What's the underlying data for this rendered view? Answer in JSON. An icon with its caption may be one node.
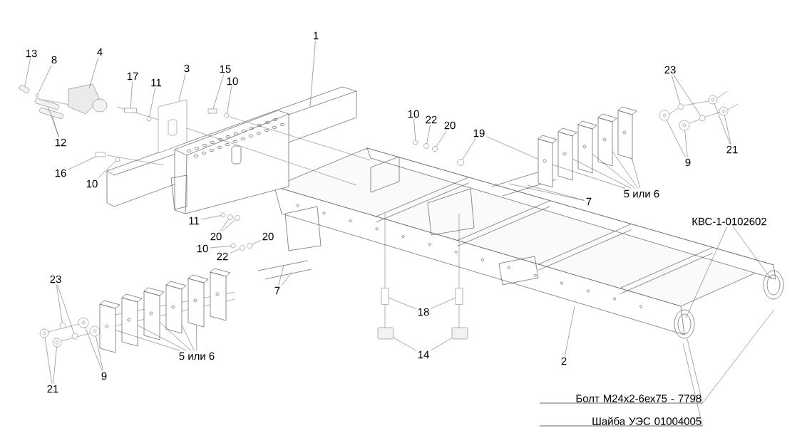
{
  "diagram": {
    "nodes": [
      {
        "text": [
          "1"
        ]
      },
      {
        "text": [
          "13"
        ]
      },
      {
        "text": [
          "8"
        ]
      },
      {
        "text": [
          "4"
        ]
      },
      {
        "text": [
          "17"
        ]
      },
      {
        "text": [
          "11"
        ]
      },
      {
        "text": [
          "3"
        ]
      },
      {
        "text": [
          "15"
        ]
      },
      {
        "text": [
          "10"
        ]
      },
      {
        "text": [
          "12"
        ]
      },
      {
        "text": [
          "16"
        ]
      },
      {
        "text": [
          "10"
        ]
      },
      {
        "text": [
          "11"
        ]
      },
      {
        "text": [
          "20"
        ]
      },
      {
        "text": [
          "20"
        ]
      },
      {
        "text": [
          "10"
        ]
      },
      {
        "text": [
          "22"
        ]
      },
      {
        "text": [
          "7"
        ]
      },
      {
        "text": [
          "23"
        ]
      },
      {
        "text": [
          "9"
        ]
      },
      {
        "text": [
          "21"
        ]
      },
      {
        "text": [
          "5 или 6"
        ]
      },
      {
        "text": [
          "10"
        ]
      },
      {
        "text": [
          "22"
        ]
      },
      {
        "text": [
          "20"
        ]
      },
      {
        "text": [
          "19"
        ]
      },
      {
        "text": [
          "7"
        ]
      },
      {
        "text": [
          "23"
        ]
      },
      {
        "text": [
          "9"
        ]
      },
      {
        "text": [
          "21"
        ]
      },
      {
        "text": [
          "5 или 6"
        ]
      },
      {
        "text": [
          "18"
        ]
      },
      {
        "text": [
          "14"
        ]
      },
      {
        "text": [
          "2"
        ]
      },
      {
        "text": [
          "КВС-1-0102602"
        ]
      },
      {
        "text": [
          "Болт М24х2-6ех75 - 7798"
        ]
      },
      {
        "text": [
          "Шайба УЭС 01004005"
        ]
      },
      {
        "text": [],
        "shape": "cylinder"
      },
      {
        "text": [],
        "shape": "circle"
      },
      {
        "text": [],
        "shape": "picture"
      },
      {
        "text": [],
        "shape": "box"
      },
      {
        "text": [],
        "shape": "circle"
      },
      {
        "text": [],
        "shape": "picture"
      },
      {
        "text": [],
        "shape": "box"
      },
      {
        "text": [],
        "shape": "circle"
      },
      {
        "text": [],
        "shape": "cylinder"
      },
      {
        "text": [],
        "shape": "cylinder"
      },
      {
        "text": [],
        "shape": "box"
      },
      {
        "text": [],
        "shape": "circle"
      },
      {
        "text": [],
        "shape": "circle"
      },
      {
        "text": [],
        "shape": "circle"
      },
      {
        "text": [],
        "shape": "circle"
      },
      {
        "text": [],
        "shape": "circle"
      },
      {
        "text": [],
        "shape": "circle"
      },
      {
        "text": [],
        "shape": "circle"
      },
      {
        "text": [],
        "shape": "circle"
      },
      {
        "text": [],
        "shape": "circle"
      },
      {
        "text": [],
        "shape": "circle"
      },
      {
        "text": [],
        "shape": "circle"
      },
      {
        "text": [],
        "shape": "circle"
      },
      {
        "text": [],
        "shape": "circle"
      },
      {
        "text": [],
        "shape": "circle"
      },
      {
        "text": [],
        "shape": "circle"
      },
      {
        "text": [],
        "shape": "circle"
      },
      {
        "text": [],
        "shape": "circle"
      },
      {
        "text": [],
        "shape": "circle"
      },
      {
        "text": [],
        "shape": "circle"
      },
      {
        "text": [],
        "shape": "circle"
      },
      {
        "text": [],
        "shape": "circle"
      },
      {
        "text": [],
        "shape": "circle"
      },
      {
        "text": [],
        "shape": "circle"
      },
      {
        "text": [],
        "shape": "box"
      },
      {
        "text": [],
        "shape": "box"
      },
      {
        "text": [],
        "shape": "cylinder"
      },
      {
        "text": [],
        "shape": "cylinder"
      },
      {
        "text": [],
        "shape": "box"
      },
      {
        "text": [],
        "shape": "box"
      },
      {
        "text": [],
        "shape": "box"
      },
      {
        "text": [],
        "shape": "box"
      },
      {
        "text": [],
        "shape": "box"
      },
      {
        "text": [],
        "shape": "box"
      },
      {
        "text": [],
        "shape": "box"
      },
      {
        "text": [],
        "shape": "box"
      },
      {
        "text": [],
        "shape": "box"
      },
      {
        "text": [],
        "shape": "box"
      },
      {
        "text": [],
        "shape": "box"
      }
    ],
    "edges": [
      {
        "from": 0,
        "to": null,
        "arrow": "none"
      },
      {
        "from": 1,
        "to": 37,
        "arrow": "none"
      },
      {
        "from": 2,
        "to": 38,
        "arrow": "none"
      },
      {
        "from": 3,
        "to": 39,
        "arrow": "none"
      },
      {
        "from": 4,
        "to": 40,
        "arrow": "none"
      },
      {
        "from": 5,
        "to": 41,
        "arrow": "none"
      },
      {
        "from": 6,
        "to": 42,
        "arrow": "none"
      },
      {
        "from": 7,
        "to": 43,
        "arrow": "none"
      },
      {
        "from": 8,
        "to": 44,
        "arrow": "none"
      },
      {
        "from": 9,
        "to": 45,
        "arrow": "none"
      },
      {
        "from": 9,
        "to": 46,
        "arrow": "none"
      },
      {
        "from": 10,
        "to": 47,
        "arrow": "none"
      },
      {
        "from": 11,
        "to": 48,
        "arrow": "none"
      },
      {
        "from": 12,
        "to": 49,
        "arrow": "none"
      },
      {
        "from": 13,
        "to": 50,
        "arrow": "none"
      },
      {
        "from": 13,
        "to": 51,
        "arrow": "none"
      },
      {
        "from": 14,
        "to": 54,
        "arrow": "none"
      },
      {
        "from": 15,
        "to": 52,
        "arrow": "none"
      },
      {
        "from": 16,
        "to": 53,
        "arrow": "none"
      },
      {
        "from": 17,
        "to": null,
        "arrow": "none"
      },
      {
        "from": 17,
        "to": null,
        "arrow": "none"
      },
      {
        "from": 18,
        "to": 55,
        "arrow": "none"
      },
      {
        "from": 18,
        "to": 56,
        "arrow": "none"
      },
      {
        "from": 19,
        "to": 57,
        "arrow": "none"
      },
      {
        "from": 19,
        "to": 58,
        "arrow": "none"
      },
      {
        "from": 20,
        "to": 59,
        "arrow": "none"
      },
      {
        "from": 20,
        "to": 60,
        "arrow": "none"
      },
      {
        "from": 21,
        "to": 75,
        "arrow": "none"
      },
      {
        "from": 21,
        "to": 76,
        "arrow": "none"
      },
      {
        "from": 21,
        "to": 77,
        "arrow": "none"
      },
      {
        "from": 21,
        "to": 78,
        "arrow": "none"
      },
      {
        "from": 21,
        "to": 79,
        "arrow": "none"
      },
      {
        "from": 22,
        "to": 61,
        "arrow": "none"
      },
      {
        "from": 23,
        "to": 62,
        "arrow": "none"
      },
      {
        "from": 24,
        "to": 63,
        "arrow": "none"
      },
      {
        "from": 25,
        "to": 64,
        "arrow": "none"
      },
      {
        "from": 25,
        "to": 81,
        "arrow": "none"
      },
      {
        "from": 26,
        "to": null,
        "arrow": "none"
      },
      {
        "from": 26,
        "to": null,
        "arrow": "none"
      },
      {
        "from": 27,
        "to": 67,
        "arrow": "none"
      },
      {
        "from": 27,
        "to": 68,
        "arrow": "none"
      },
      {
        "from": 28,
        "to": 65,
        "arrow": "none"
      },
      {
        "from": 28,
        "to": 66,
        "arrow": "none"
      },
      {
        "from": 29,
        "to": 69,
        "arrow": "none"
      },
      {
        "from": 29,
        "to": 70,
        "arrow": "none"
      },
      {
        "from": 30,
        "to": 81,
        "arrow": "none"
      },
      {
        "from": 30,
        "to": 82,
        "arrow": "none"
      },
      {
        "from": 30,
        "to": 83,
        "arrow": "none"
      },
      {
        "from": 30,
        "to": 84,
        "arrow": "none"
      },
      {
        "from": 30,
        "to": 85,
        "arrow": "none"
      },
      {
        "from": 31,
        "to": 71,
        "arrow": "none"
      },
      {
        "from": 31,
        "to": 72,
        "arrow": "none"
      },
      {
        "from": 32,
        "to": 73,
        "arrow": "none"
      },
      {
        "from": 32,
        "to": 74,
        "arrow": "none"
      },
      {
        "from": 33,
        "to": null,
        "arrow": "none"
      },
      {
        "from": 34,
        "to": null,
        "arrow": "none"
      },
      {
        "from": 34,
        "to": null,
        "arrow": "none"
      },
      {
        "from": 35,
        "to": null,
        "arrow": "none"
      },
      {
        "from": 35,
        "to": null,
        "arrow": "none"
      },
      {
        "from": 36,
        "to": null,
        "arrow": "none"
      }
    ]
  }
}
